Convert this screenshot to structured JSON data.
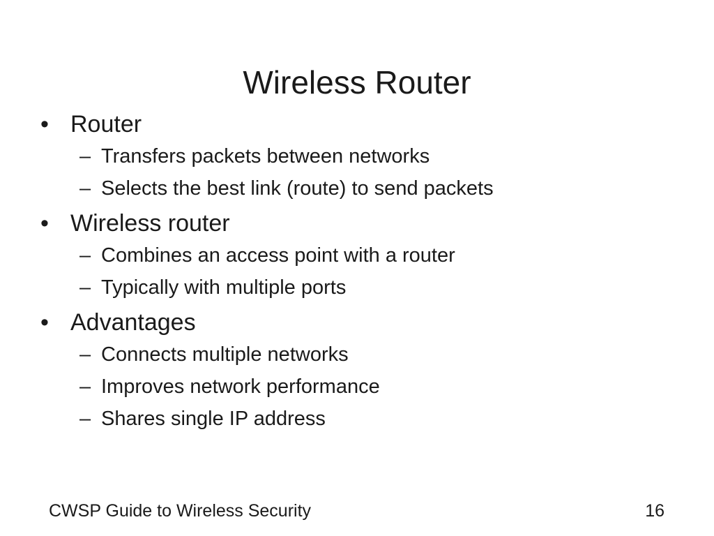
{
  "slide": {
    "title": "Wireless Router",
    "bullets": [
      {
        "text": "Router",
        "subs": [
          "Transfers packets between networks",
          "Selects the best link (route) to send packets"
        ]
      },
      {
        "text": "Wireless router",
        "subs": [
          "Combines an access point with a router",
          "Typically with multiple ports"
        ]
      },
      {
        "text": "Advantages",
        "subs": [
          "Connects multiple networks",
          "Improves network performance",
          "Shares single IP address"
        ]
      }
    ],
    "bullet_glyph": "•",
    "sub_glyph": "–"
  },
  "footer": {
    "left": "CWSP Guide to Wireless Security",
    "page_number": "16"
  }
}
